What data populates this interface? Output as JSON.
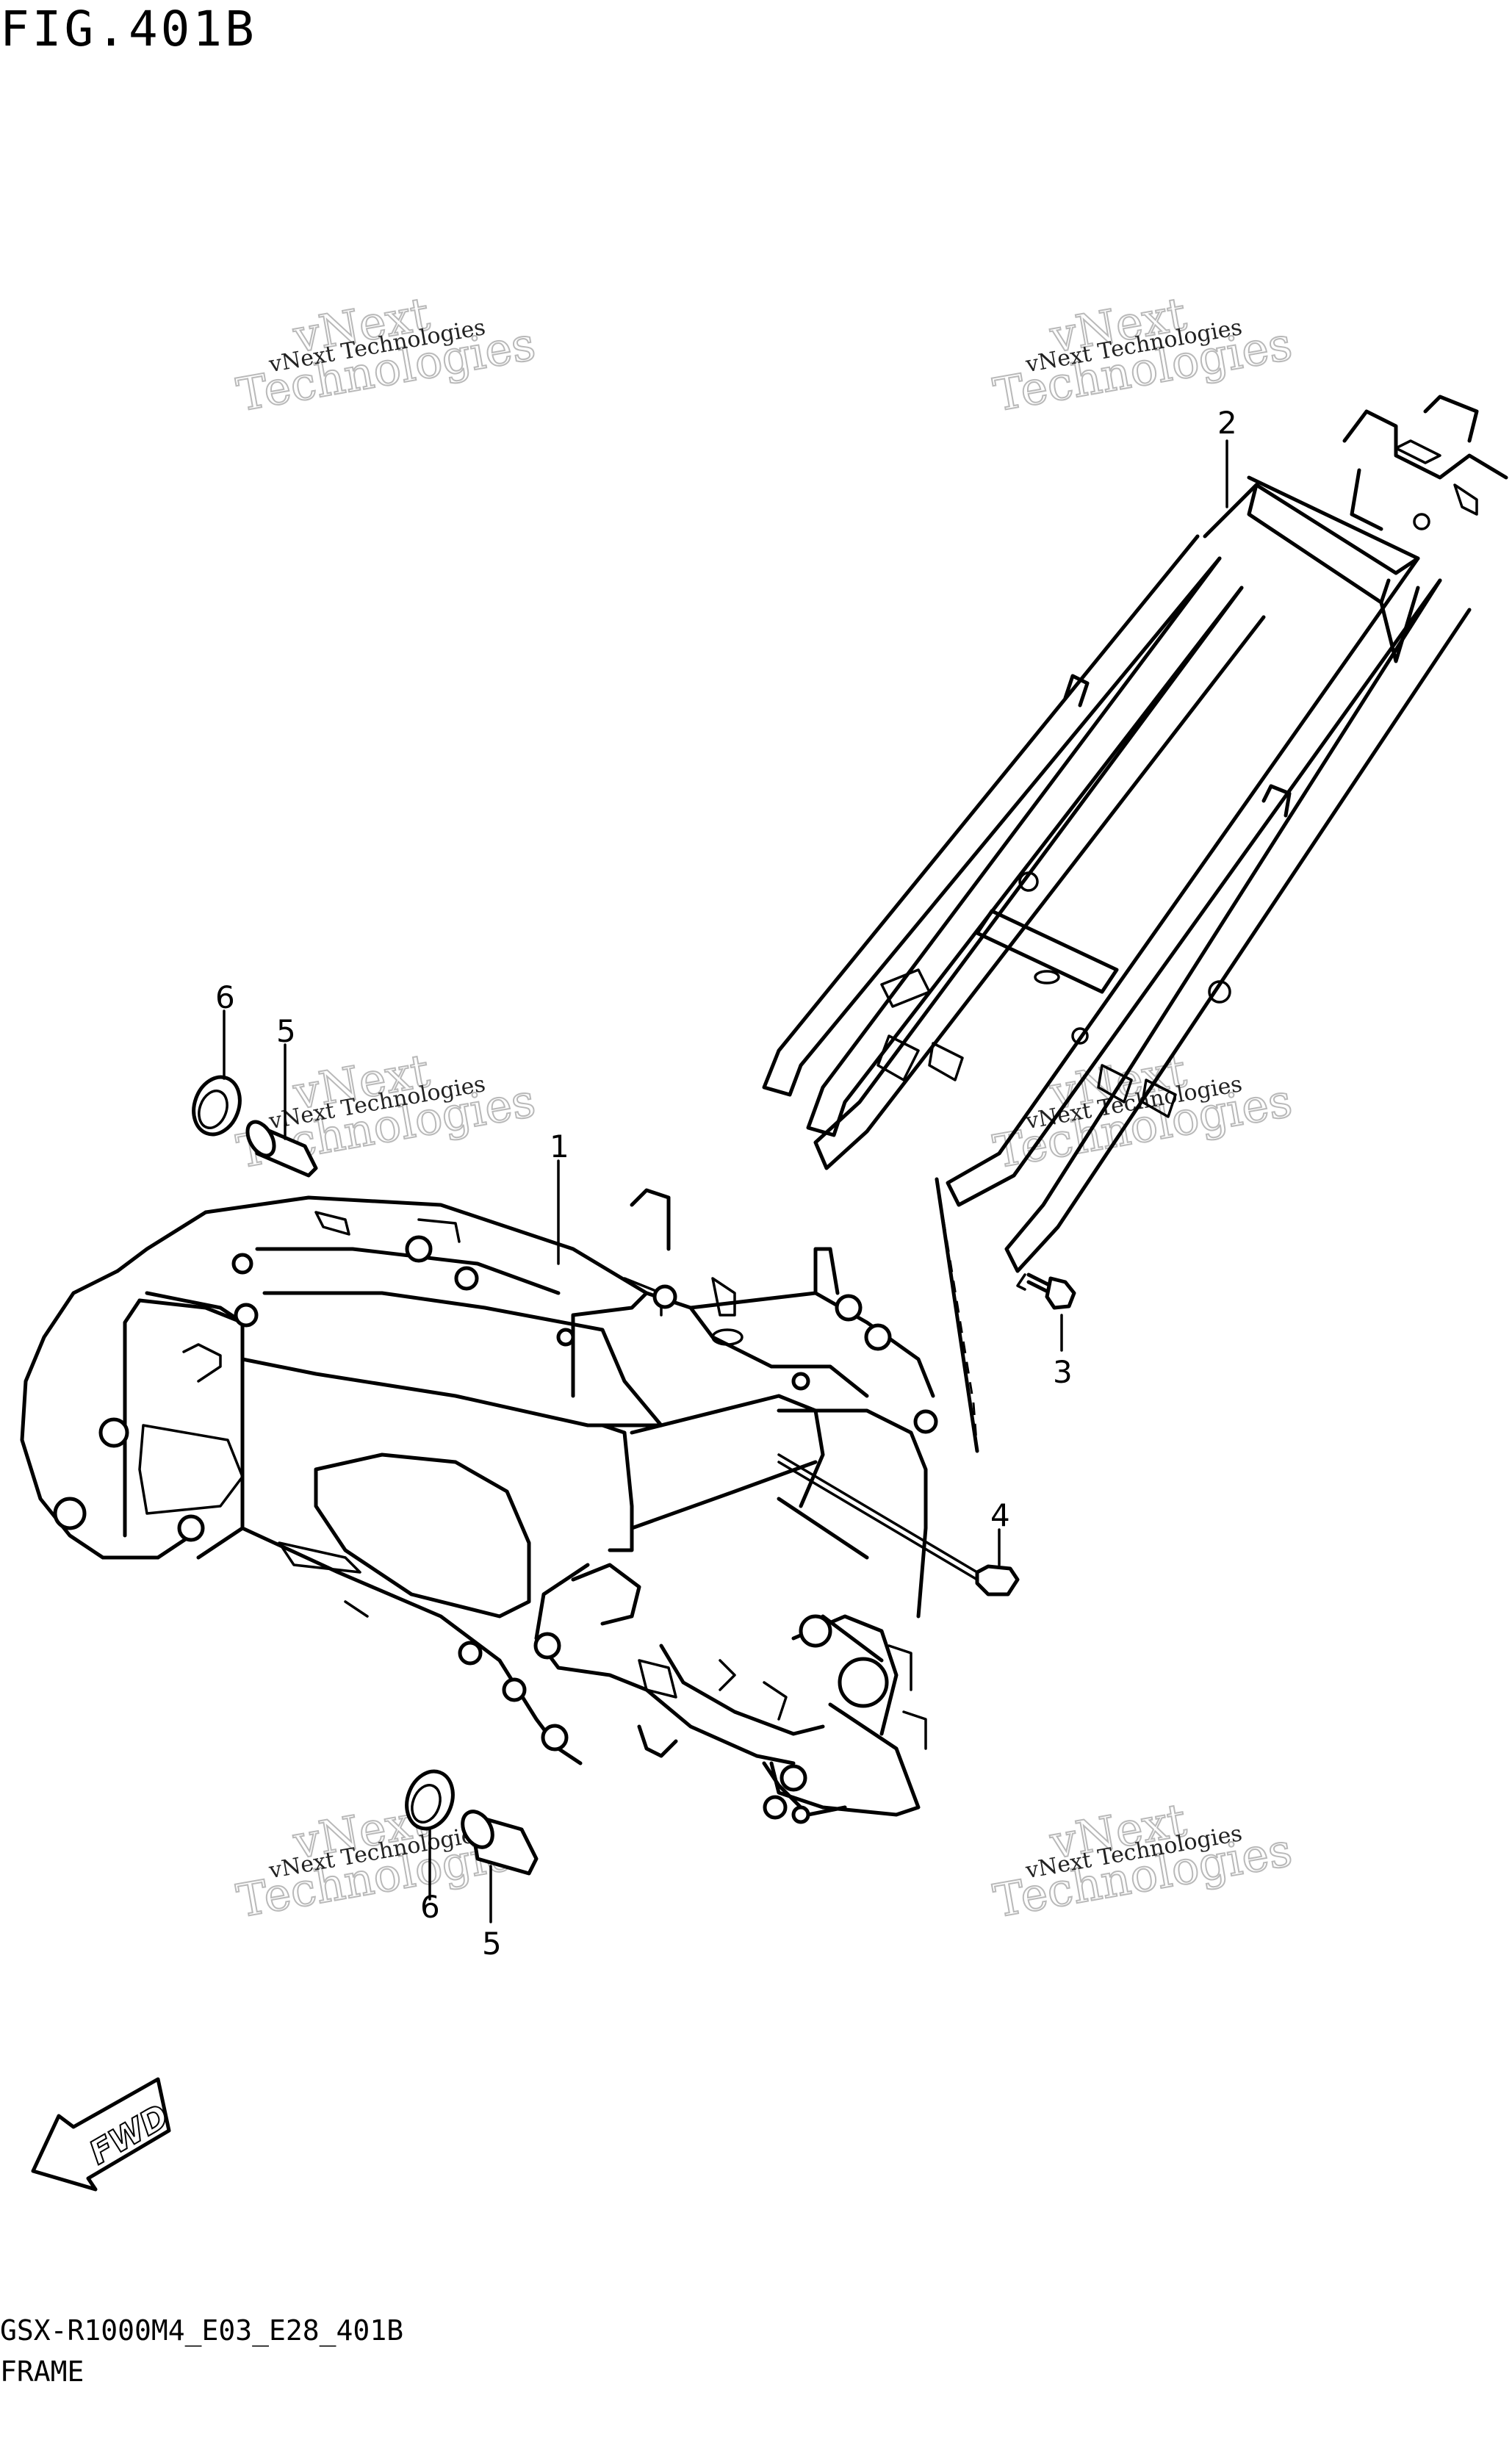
{
  "figure": {
    "title": "FIG.401B",
    "code": "GSX-R1000M4_E03_E28_401B",
    "name": "FRAME"
  },
  "callouts": {
    "c1": "1",
    "c2": "2",
    "c3": "3",
    "c4": "4",
    "c5a": "5",
    "c5b": "5",
    "c6a": "6",
    "c6b": "6"
  },
  "watermark": {
    "line1": "vNext Technologies",
    "line2": "Technologies",
    "line3": "vNext"
  },
  "fwd_badge": "FWD",
  "colors": {
    "ink": "#000000",
    "paper": "#ffffff",
    "watermark": "#b9b9b9"
  }
}
